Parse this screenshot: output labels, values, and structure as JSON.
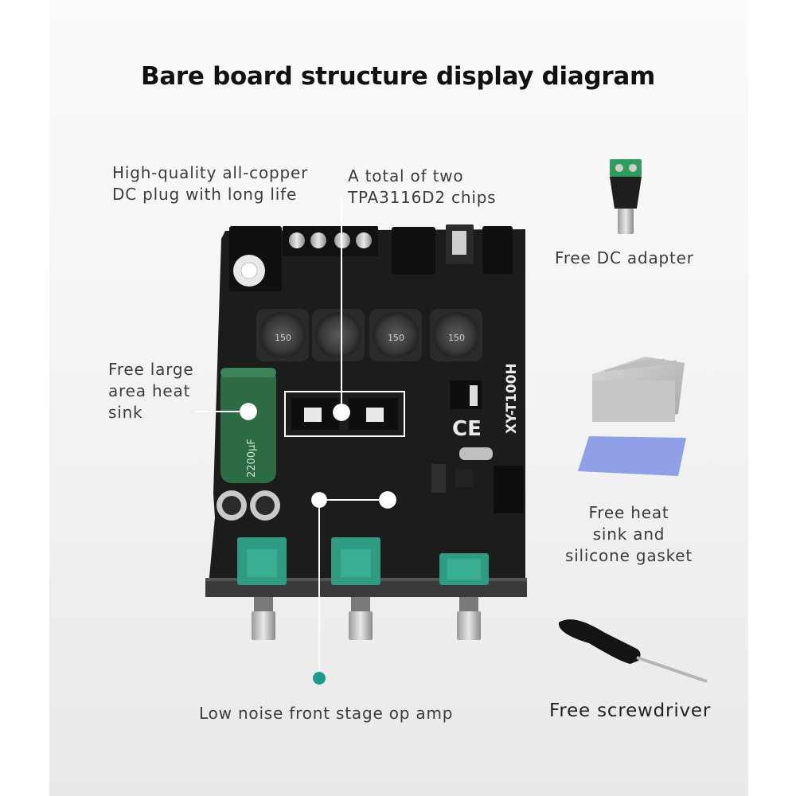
{
  "title": "Bare board structure display diagram",
  "labels": {
    "dc_plug": "High-quality all-copper\nDC plug with long life",
    "chips": "A total of two\nTPA3116D2 chips",
    "heat_sink_left": "Free large\narea heat\nsink",
    "op_amp": "Low noise front stage op amp",
    "dc_adapter": "Free DC adapter",
    "heat_sink_gasket": "Free heat\nsink and\nsilicone gasket",
    "screwdriver": "Free screwdriver"
  },
  "board": {
    "model": "XY-T100H",
    "ce_mark": "CE",
    "inductor_marking": "150",
    "capacitor_marking": "2200µF"
  },
  "colors": {
    "board": "#1c1c1c",
    "potentiometer": "#2f9c82",
    "capacitor": "#2d6b45",
    "accent_dot": "#1a9b8c",
    "gasket": "#8fa0e6"
  }
}
